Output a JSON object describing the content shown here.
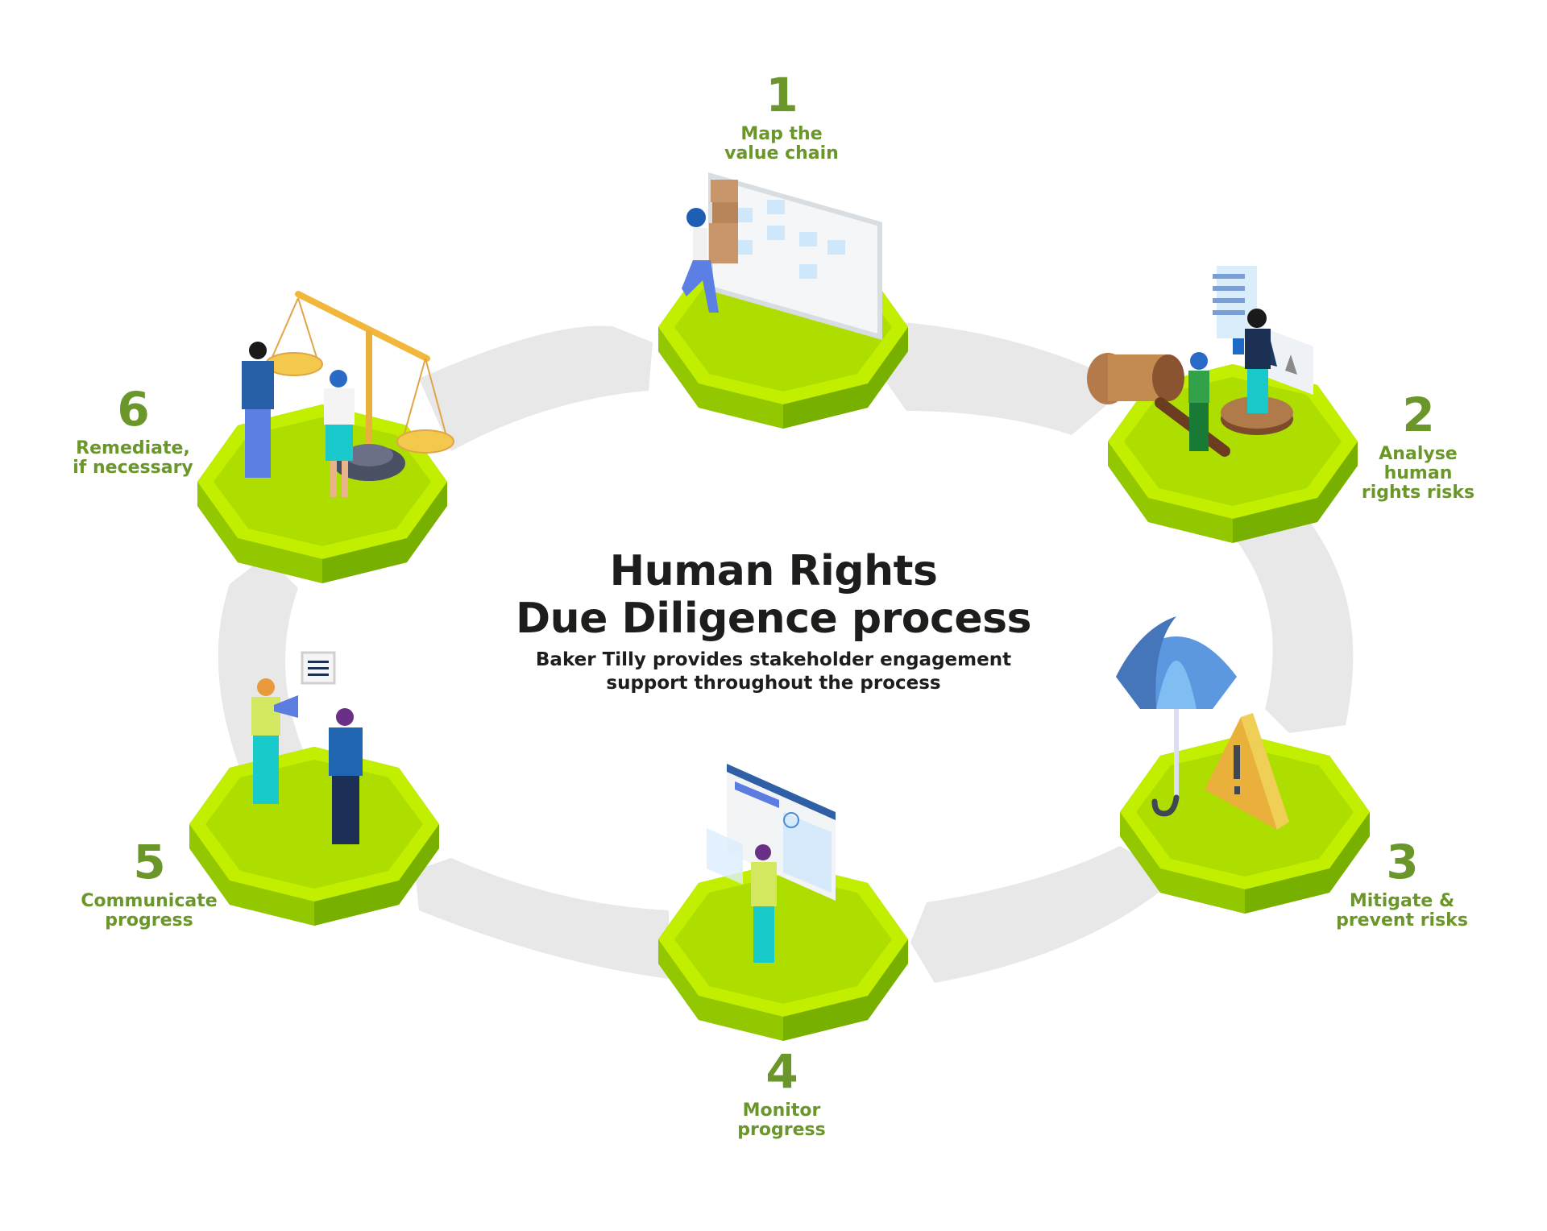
{
  "diagram": {
    "title_line_1": "Human Rights",
    "title_line_2": "Due Diligence process",
    "subtitle_line_1": "Baker Tilly provides stakeholder engagement",
    "subtitle_line_2": "support throughout the process",
    "flow_direction": "clockwise",
    "colors": {
      "label_green": "#6a962a",
      "platform_top": "#aede00",
      "platform_rim": "#c2ee00",
      "platform_side": "#8fc200",
      "ring_gray": "#e8e8e8",
      "title_text": "#1d1d1b"
    },
    "steps": [
      {
        "number": "1",
        "line_1": "Map the",
        "line_2": "value chain",
        "line_3": "",
        "illustration": "woman-carrying-boxes-flowchart-board"
      },
      {
        "number": "2",
        "line_1": "Analyse",
        "line_2": "human",
        "line_3": "rights risks",
        "illustration": "gavel-and-data-analysis"
      },
      {
        "number": "3",
        "line_1": "Mitigate &",
        "line_2": "prevent risks",
        "line_3": "",
        "illustration": "umbrella-and-warning-sign"
      },
      {
        "number": "4",
        "line_1": "Monitor",
        "line_2": "progress",
        "line_3": "",
        "illustration": "man-inspecting-screen-with-magnifier"
      },
      {
        "number": "5",
        "line_1": "Communicate",
        "line_2": "progress",
        "line_3": "",
        "illustration": "woman-with-megaphone-and-listener"
      },
      {
        "number": "6",
        "line_1": "Remediate,",
        "line_2": "if necessary",
        "line_3": "",
        "illustration": "scales-of-justice-handshake"
      }
    ]
  }
}
